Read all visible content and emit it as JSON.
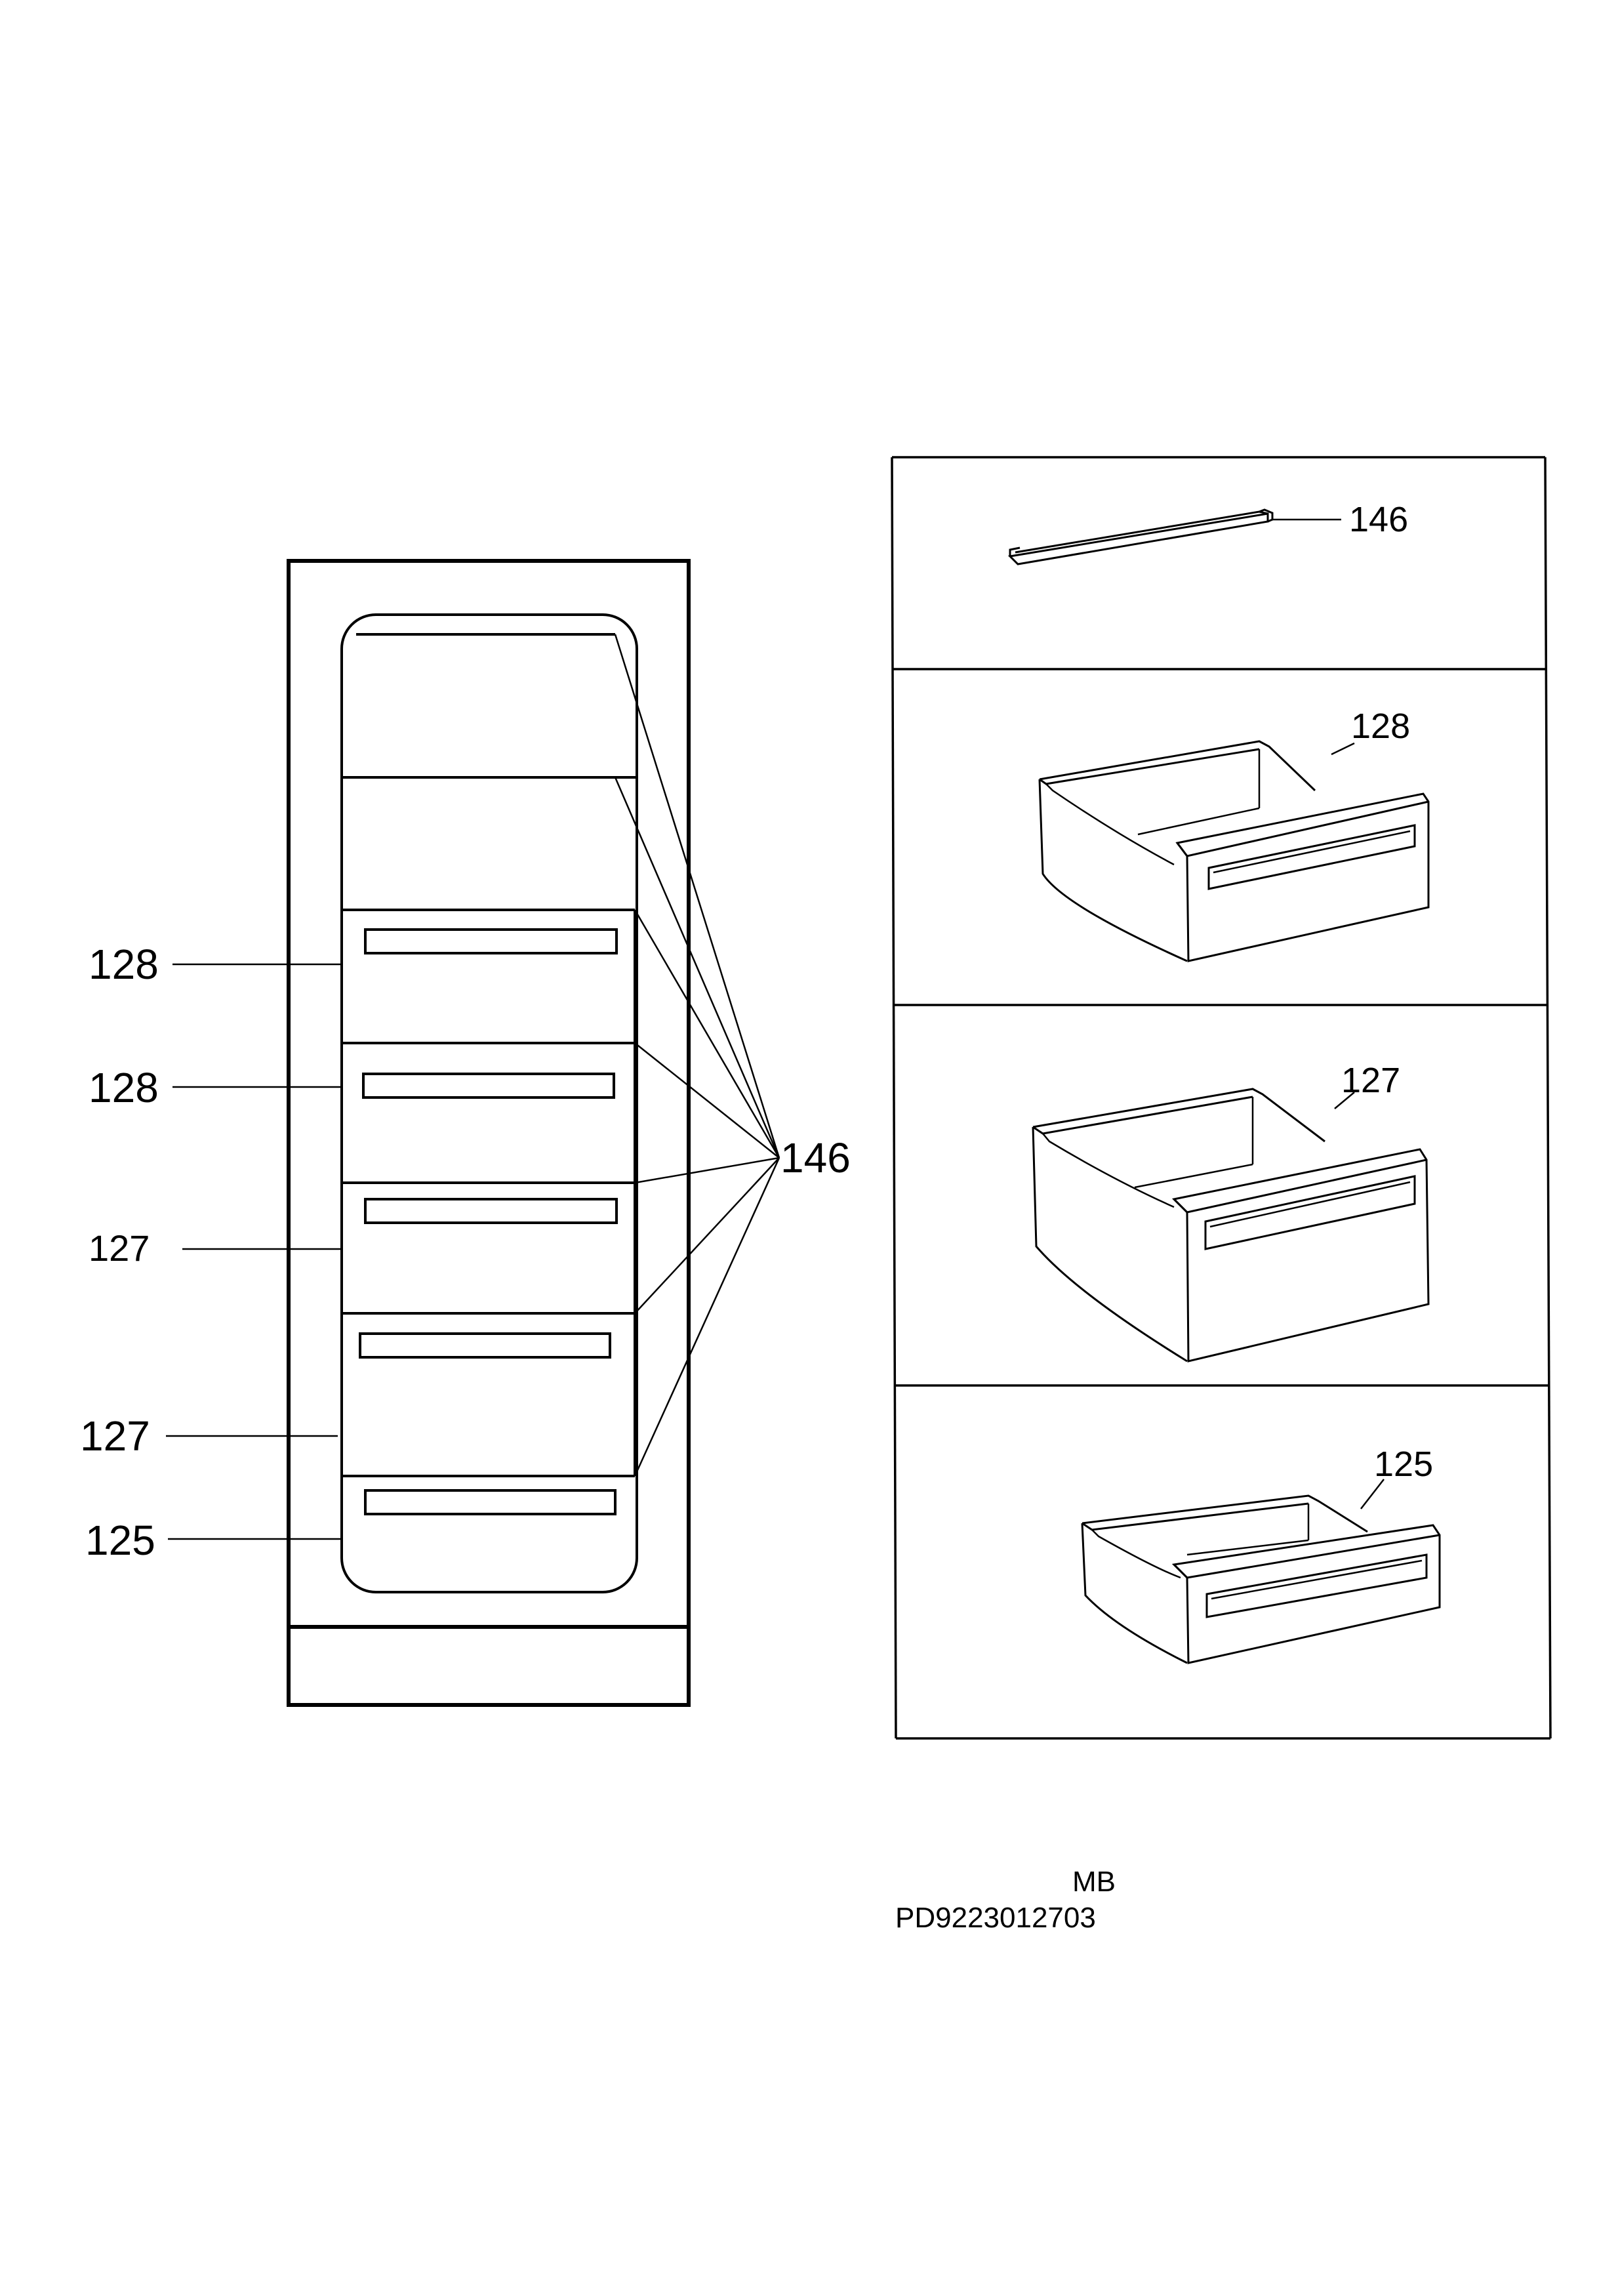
{
  "callouts_left": {
    "drawer_top_1": "128",
    "drawer_top_2": "128",
    "drawer_mid_1": "127",
    "drawer_mid_2": "127",
    "drawer_bottom": "125",
    "flap": "146"
  },
  "panels": {
    "flap": "146",
    "drawer_128": "128",
    "drawer_127": "127",
    "drawer_125": "125"
  },
  "footer": {
    "code": "MB",
    "doc_number": "PD9223012703"
  }
}
